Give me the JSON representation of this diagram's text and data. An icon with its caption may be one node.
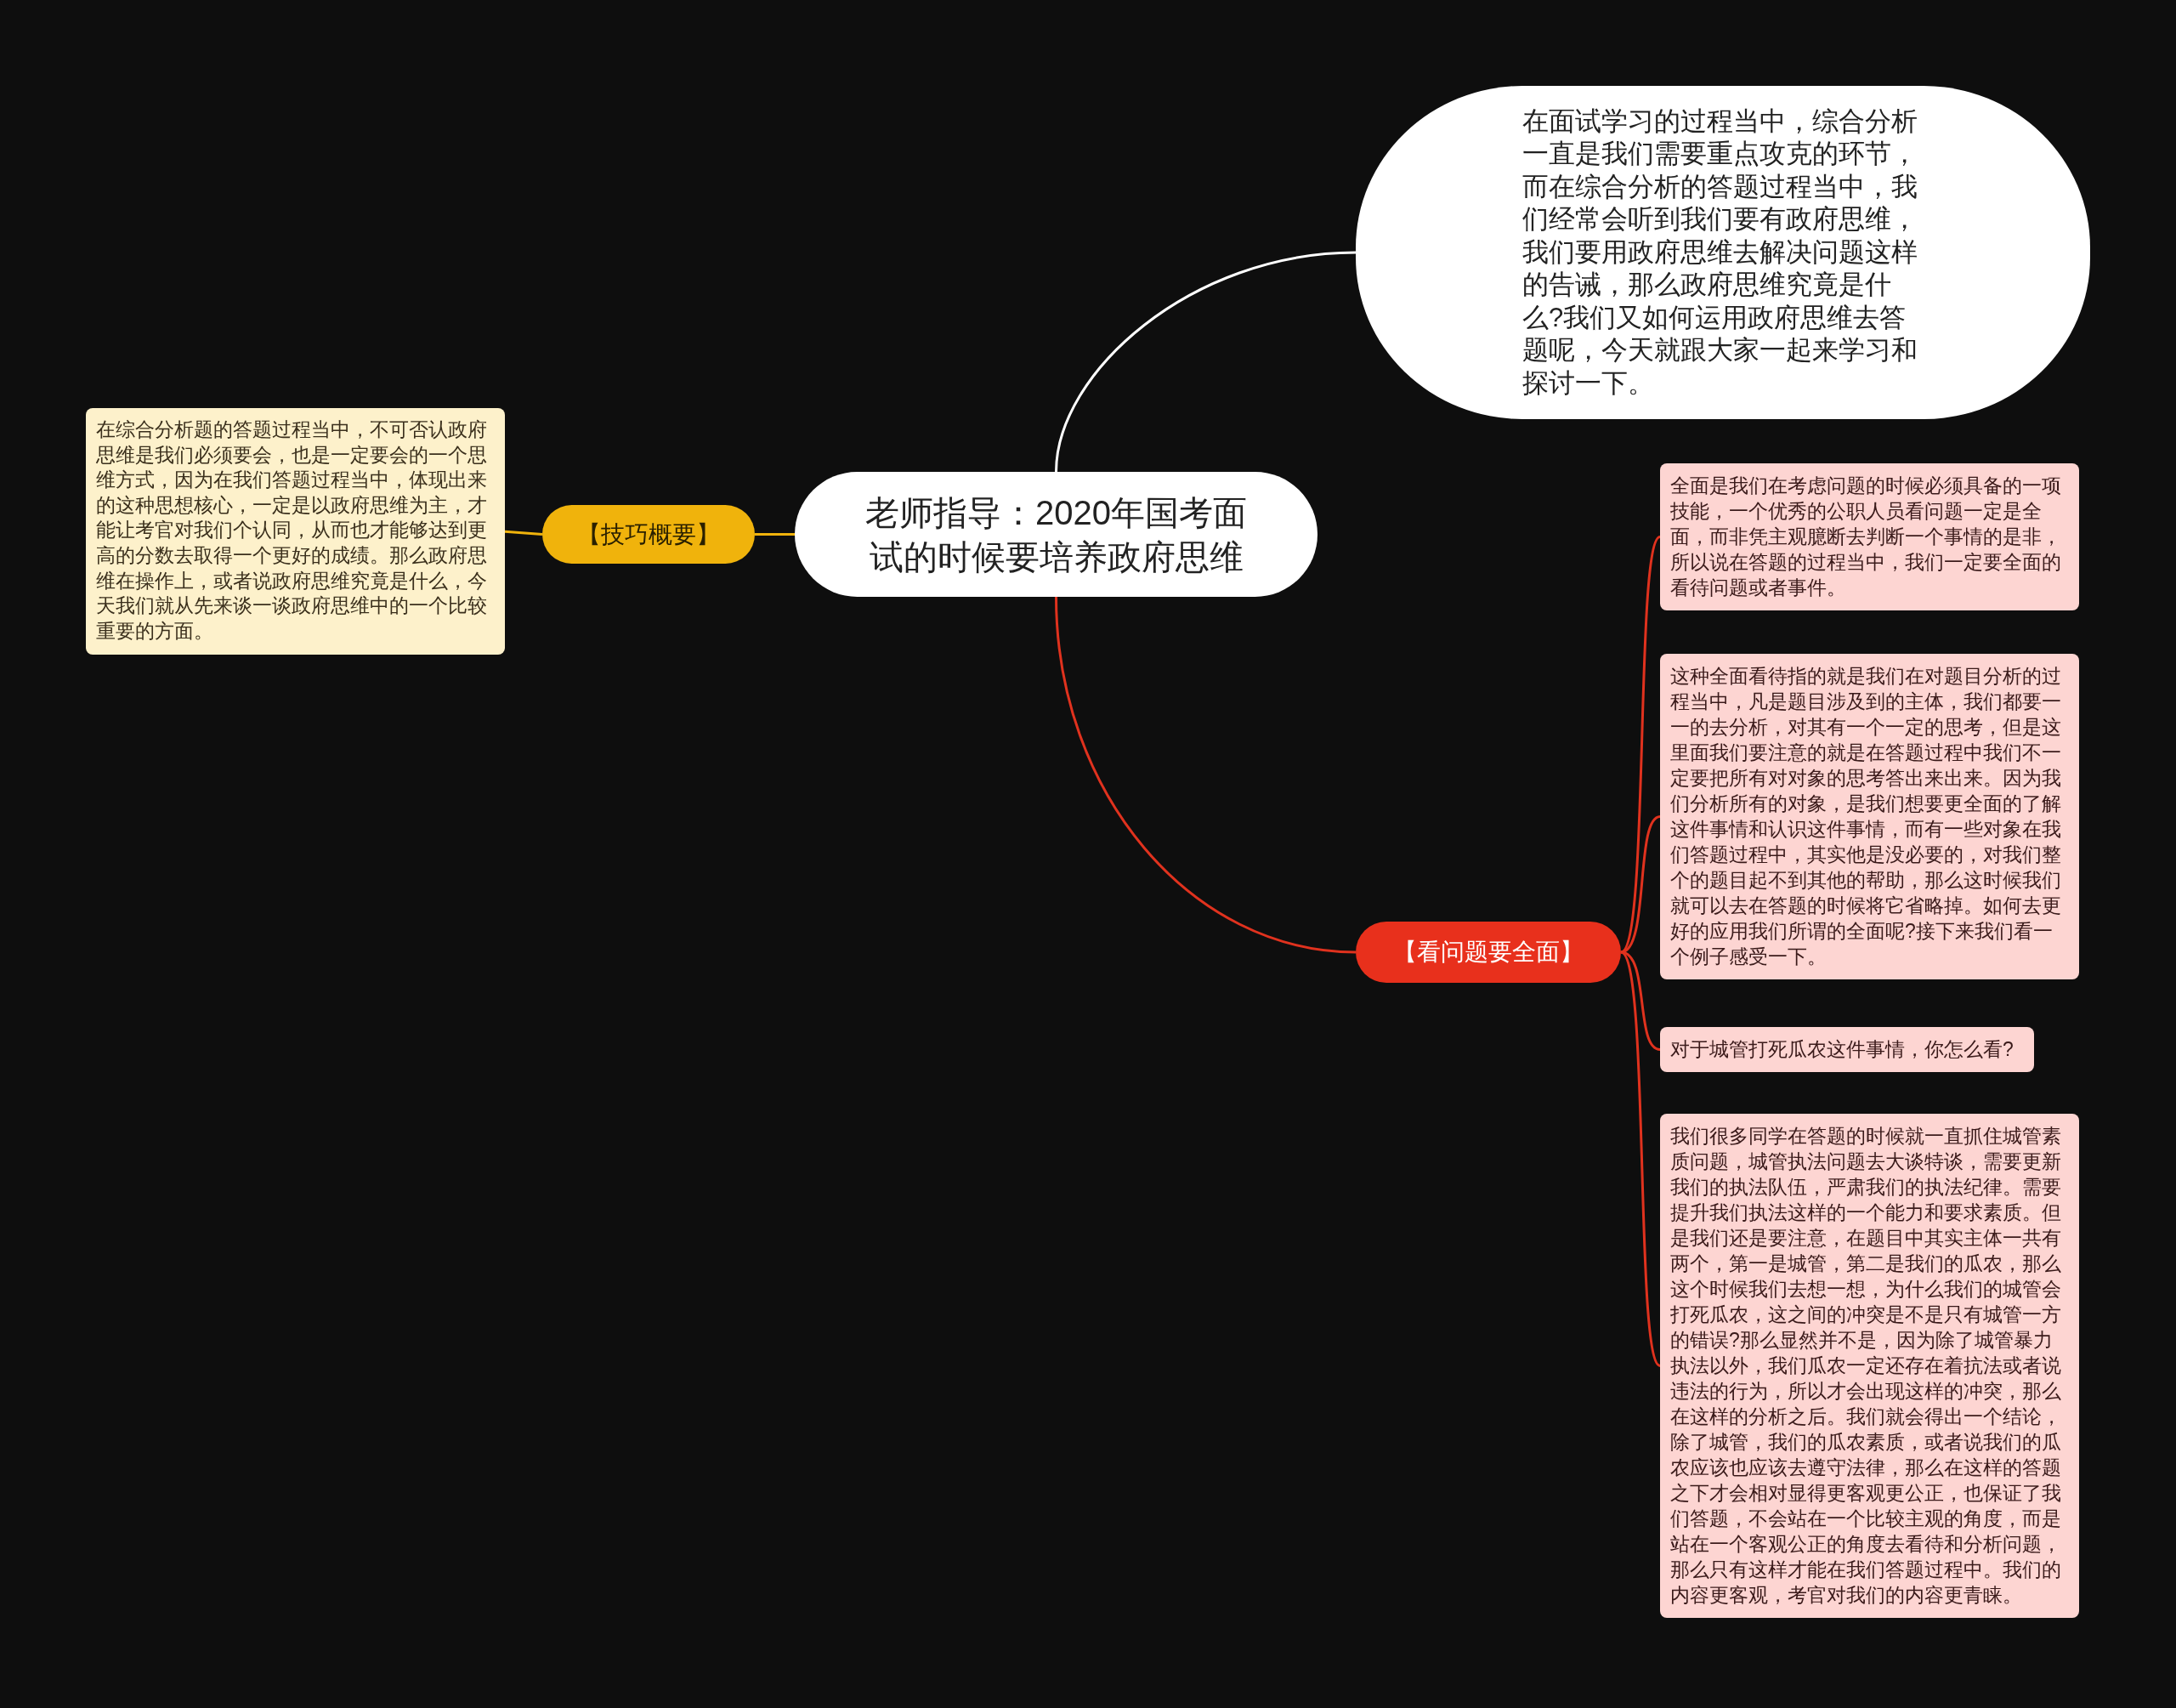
{
  "diagram": {
    "nodes": [
      {
        "text": [
          "老师指导：2020年国考面试的时候要培养政府思维"
        ]
      },
      {
        "text": [
          "在面试学习的过程当中，综合分析一直是我们需要重点攻克的环节，而在综合分析的答题过程当中，我们经常会听到我们要有政府思维，我们要用政府思维去解决问题这样的告诫，那么政府思维究竟是什么?我们又如何运用政府思维去答题呢，今天就跟大家一起来学习和探讨一下。"
        ]
      },
      {
        "text": [
          "【技巧概要】"
        ]
      },
      {
        "text": [
          "在综合分析题的答题过程当中，不可否认政府思维是我们必须要会，也是一定要会的一个思维方式，因为在我们答题过程当中，体现出来的这种思想核心，一定是以政府思维为主，才能让考官对我们个认同，从而也才能够达到更高的分数去取得一个更好的成绩。那么政府思维在操作上，或者说政府思维究竟是什么，今天我们就从先来谈一谈政府思维中的一个比较重要的方面。"
        ]
      },
      {
        "text": [
          "【看问题要全面】"
        ]
      },
      {
        "text": [
          "全面是我们在考虑问题的时候必须具备的一项技能，一个优秀的公职人员看问题一定是全面，而非凭主观臆断去判断一个事情的是非，所以说在答题的过程当中，我们一定要全面的看待问题或者事件。"
        ]
      },
      {
        "text": [
          "这种全面看待指的就是我们在对题目分析的过程当中，凡是题目涉及到的主体，我们都要一一的去分析，对其有一个一定的思考，但是这里面我们要注意的就是在答题过程中我们不一定要把所有对对象的思考答出来出来。因为我们分析所有的对象，是我们想要更全面的了解这件事情和认识这件事情，而有一些对象在我们答题过程中，其实他是没必要的，对我们整个的题目起不到其他的帮助，那么这时候我们就可以去在答题的时候将它省略掉。如何去更好的应用我们所谓的全面呢?接下来我们看一个例子感受一下。"
        ]
      },
      {
        "text": [
          "对于城管打死瓜农这件事情，你怎么看?"
        ]
      },
      {
        "text": [
          "我们很多同学在答题的时候就一直抓住城管素质问题，城管执法问题去大谈特谈，需要更新我们的执法队伍，严肃我们的执法纪律。需要提升我们执法这样的一个能力和要求素质。但是我们还是要注意，在题目中其实主体一共有两个，第一是城管，第二是我们的瓜农，那么这个时候我们去想一想，为什么我们的城管会打死瓜农，这之间的冲突是不是只有城管一方的错误?那么显然并不是，因为除了城管暴力执法以外，我们瓜农一定还存在着抗法或者说违法的行为，所以才会出现这样的冲突，那么在这样的分析之后。我们就会得出一个结论，除了城管，我们的瓜农素质，或者说我们的瓜农应该也应该去遵守法律，那么在这样的答题之下才会相对显得更客观更公正，也保证了我们答题，不会站在一个比较主观的角度，而是站在一个客观公正的角度去看待和分析问题，那么只有这样才能在我们答题过程中。我们的内容更客观，考官对我们的内容更青睐。"
        ]
      }
    ],
    "edges": [
      {
        "from": 0,
        "to": 1,
        "arrow": "none",
        "color": "#ffffff"
      },
      {
        "from": 0,
        "to": 2,
        "arrow": "none",
        "color": "#f0b30c"
      },
      {
        "from": 2,
        "to": 3,
        "arrow": "none",
        "color": "#f0b30c"
      },
      {
        "from": 0,
        "to": 4,
        "arrow": "none"
      },
      {
        "from": 4,
        "to": 5,
        "arrow": "none"
      },
      {
        "from": 4,
        "to": 6,
        "arrow": "none"
      },
      {
        "from": 4,
        "to": 7,
        "arrow": "none"
      },
      {
        "from": 4,
        "to": 8,
        "arrow": "none"
      }
    ]
  }
}
